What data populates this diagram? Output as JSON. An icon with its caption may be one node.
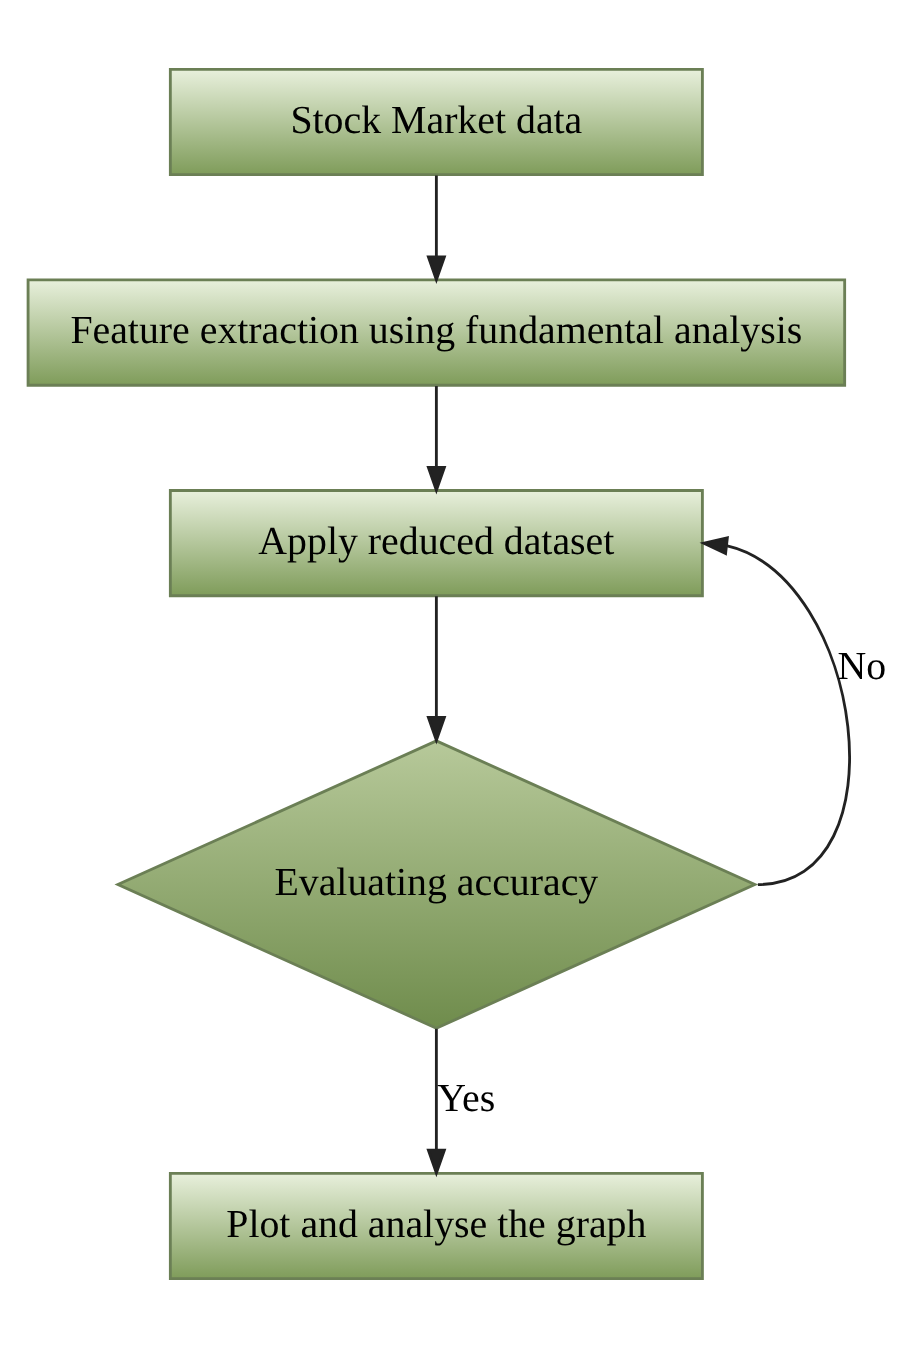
{
  "diagram": {
    "nodes": [
      {
        "text": [
          "Stock Market data"
        ]
      },
      {
        "text": [
          "Feature extraction using fundamental analysis"
        ]
      },
      {
        "text": [
          "Apply reduced dataset"
        ]
      },
      {
        "text": [
          "Evaluating accuracy"
        ]
      },
      {
        "text": [
          "Plot and analyse the graph"
        ]
      }
    ],
    "edges": [
      {
        "from": 0,
        "to": 1,
        "arrow": "to"
      },
      {
        "from": 1,
        "to": 2,
        "arrow": "to"
      },
      {
        "from": 2,
        "to": 3,
        "arrow": "to"
      },
      {
        "from": 3,
        "to": 4,
        "arrow": "to",
        "label": "Yes"
      },
      {
        "from": 3,
        "to": 2,
        "arrow": "to",
        "label": "No"
      }
    ]
  }
}
